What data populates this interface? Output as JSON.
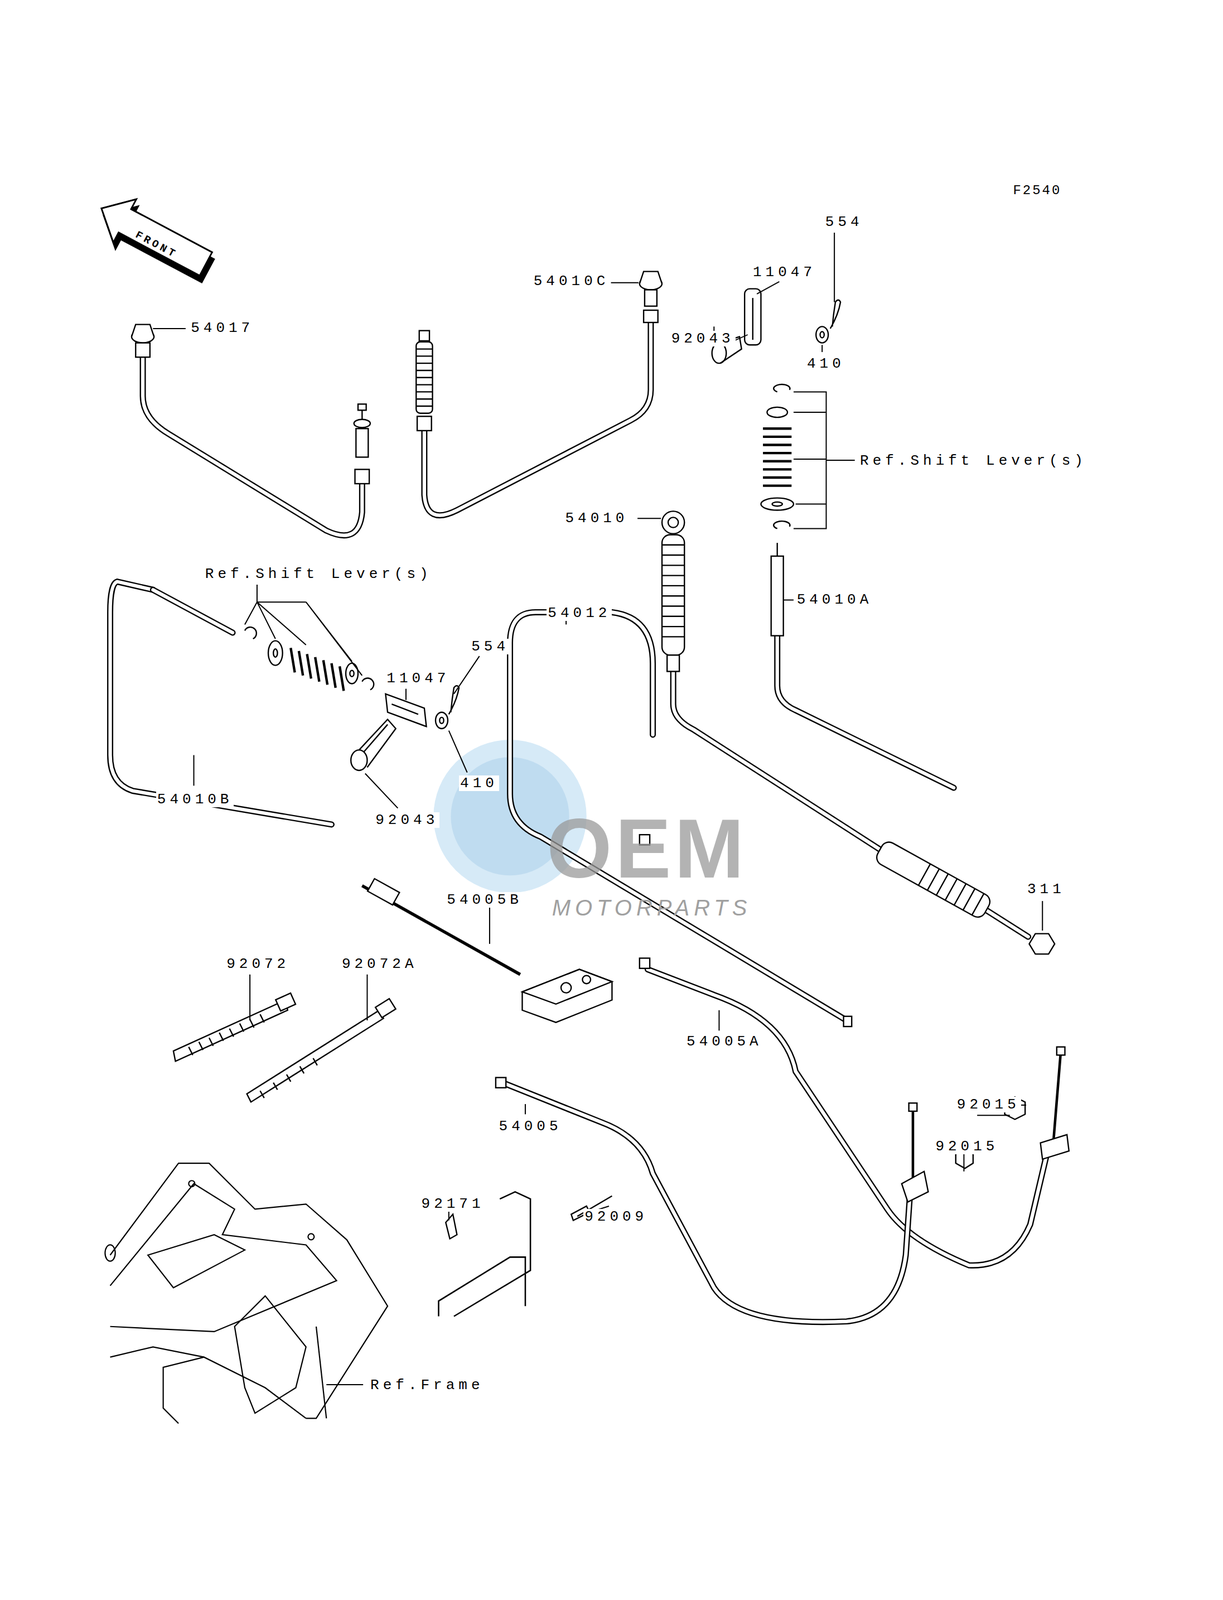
{
  "diagram": {
    "labels": [
      "F2540",
      "FRONT",
      "554",
      "54010C",
      "11047",
      "92043",
      "410",
      "54017",
      "Ref.Shift Lever(s)",
      "54010",
      "54010A",
      "Ref.Shift Lever(s)",
      "554",
      "54012",
      "11047",
      "54010B",
      "410",
      "92043",
      "311",
      "54005B",
      "92072",
      "92072A",
      "54005A",
      "92015",
      "92015",
      "54005",
      "92171",
      "92009",
      "Ref.Frame",
      "OEM",
      "MOTORPARTS"
    ]
  }
}
